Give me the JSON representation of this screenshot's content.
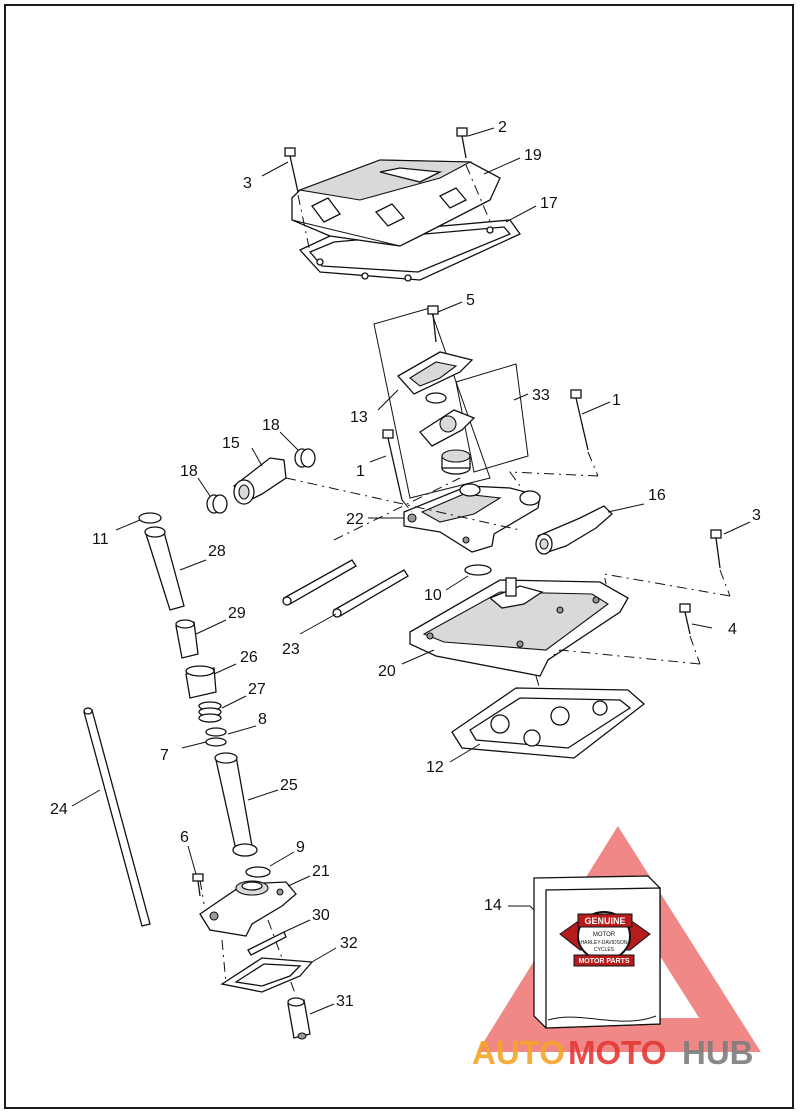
{
  "callouts": {
    "c1a": "1",
    "c1b": "1",
    "c2": "2",
    "c3a": "3",
    "c3b": "3",
    "c4": "4",
    "c5": "5",
    "c6": "6",
    "c7": "7",
    "c8": "8",
    "c9": "9",
    "c10": "10",
    "c11": "11",
    "c12": "12",
    "c13": "13",
    "c14": "14",
    "c15": "15",
    "c16": "16",
    "c17": "17",
    "c18a": "18",
    "c18b": "18",
    "c19": "19",
    "c20": "20",
    "c21": "21",
    "c22": "22",
    "c23": "23",
    "c24": "24",
    "c25": "25",
    "c26": "26",
    "c27": "27",
    "c28": "28",
    "c29": "29",
    "c30": "30",
    "c31": "31",
    "c32": "32",
    "c33": "33"
  },
  "badge": {
    "genuine": "GENUINE",
    "motor": "MOTOR",
    "brand": "HARLEY-DAVIDSON",
    "cycles": "CYCLES",
    "motor_parts": "MOTOR PARTS"
  },
  "watermark": {
    "part1": "AUTO",
    "part2": "MOTO",
    "part3": "HUB"
  },
  "colors": {
    "watermark_red": "#e53935",
    "watermark_orange": "#f4a52a",
    "watermark_gray": "#7d7d7d",
    "badge_red": "#b71c1c"
  }
}
